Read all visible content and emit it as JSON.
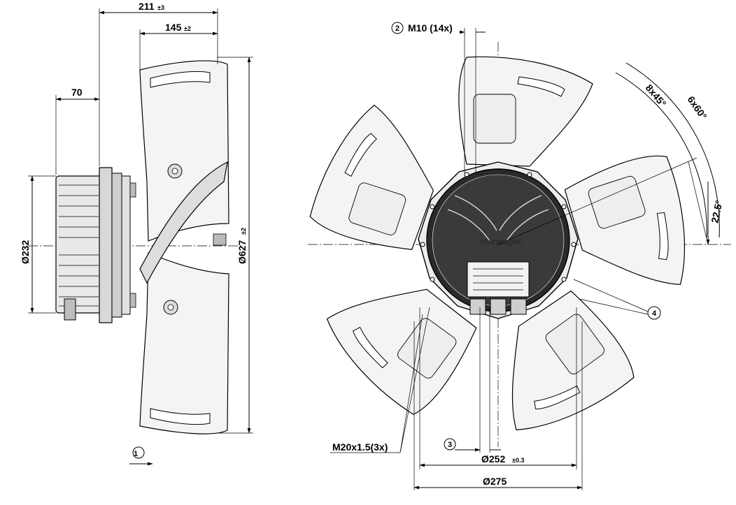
{
  "dimensions": {
    "width_211": "211",
    "width_211_tol": "±3",
    "width_145": "145",
    "width_145_tol": "±2",
    "width_70": "70",
    "dia_232": "Ø232",
    "dia_627": "Ø627",
    "dia_627_tol": "±2",
    "thread_m10": "M10 (14x)",
    "thread_m20": "M20x1.5(3x)",
    "dia_252": "Ø252",
    "dia_252_tol": "±0.3",
    "dia_275": "Ø275",
    "angle_8x45": "8x45°",
    "angle_6x60": "6x60°",
    "angle_22_5": "22.5°"
  },
  "callouts": {
    "c1": "1",
    "c2": "2",
    "c3": "3",
    "c4": "4"
  },
  "brand": {
    "logo_text": "ebmpapst"
  }
}
